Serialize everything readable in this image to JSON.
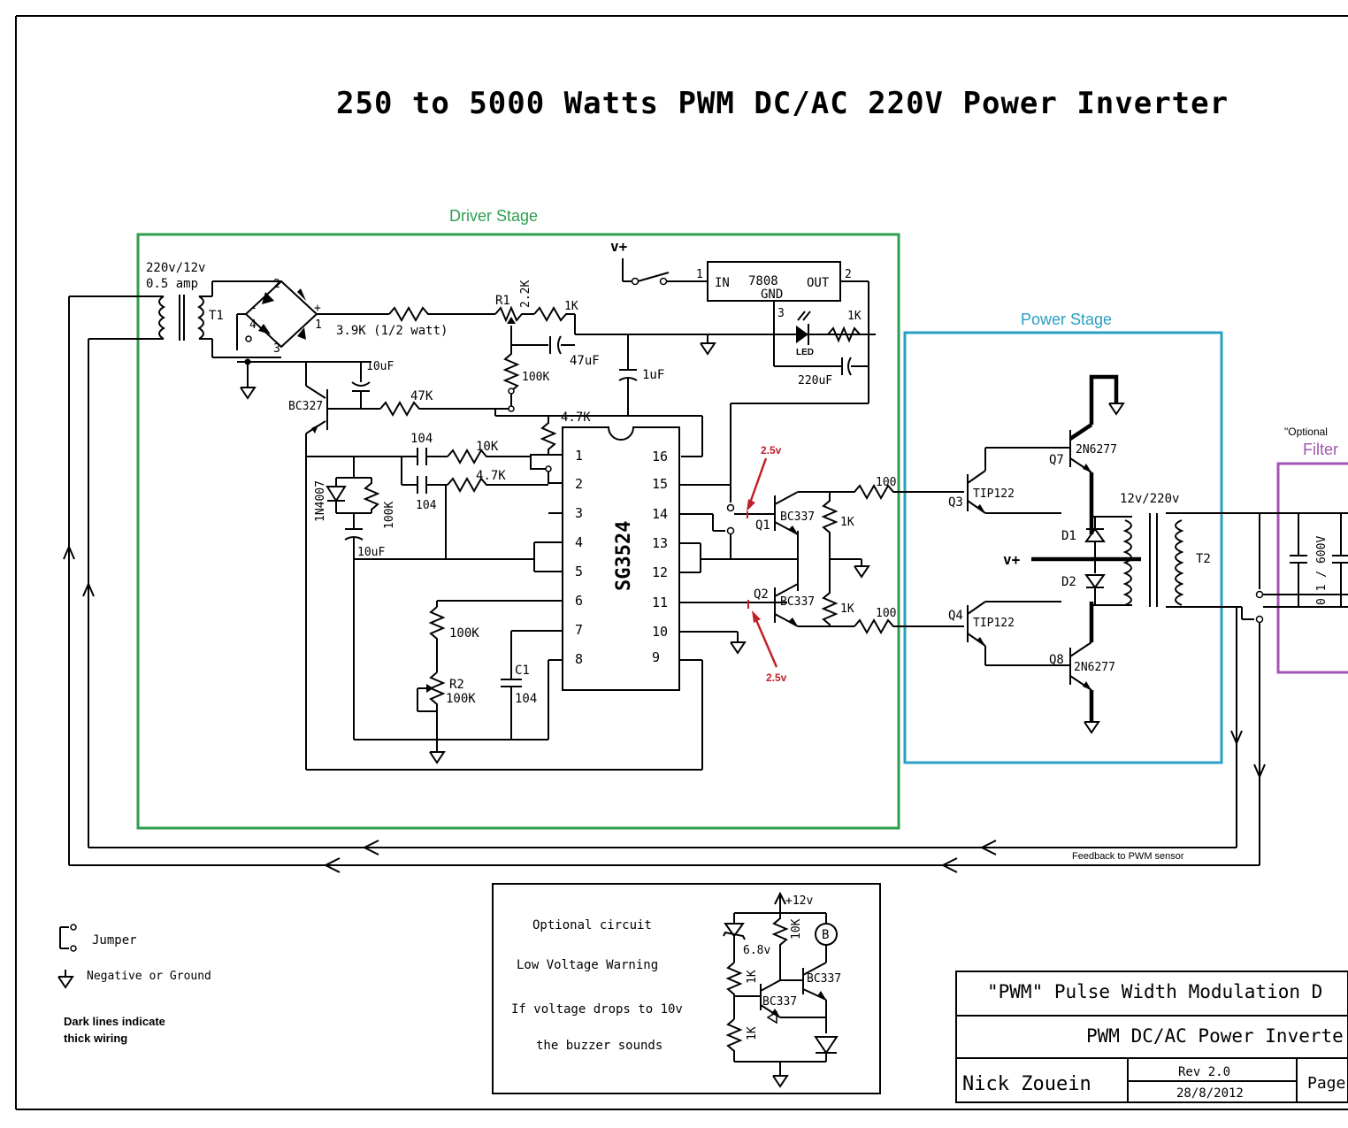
{
  "title": "250 to 5000 Watts PWM DC/AC 220V Power Inverter",
  "colors": {
    "driver_box": "#2e9e4f",
    "power_box": "#2a9fc4",
    "filter_box": "#a055b0",
    "annotation_red": "#c0202a"
  },
  "stages": {
    "driver": "Driver Stage",
    "power": "Power Stage",
    "filter": "Filter",
    "filter_optional": "\"Optional"
  },
  "components": {
    "t1_rating_1": "220v/12v",
    "t1_rating_2": "0.5 amp",
    "t1": "T1",
    "bridge_pin_2": "2",
    "bridge_pin_4": "4",
    "bridge_pin_3": "3",
    "bridge_pin_1": "1",
    "bridge_minus": "-",
    "bridge_plus": "+",
    "r_3k9": "3.9K (1/2 watt)",
    "r1": "R1",
    "r1_val": "2.2K",
    "r_1k_a": "1K",
    "c_47uf": "47uF",
    "c_1uf": "1uF",
    "r_100k_a": "100K",
    "c_10uf_a": "10uF",
    "bc327": "BC327",
    "r_47k": "47K",
    "r_4k7_a": "4.7K",
    "c_104_a": "104",
    "r_10k": "10K",
    "r_4k7_b": "4.7K",
    "c_104_b": "104",
    "d_1n4007": "1N4007",
    "r_100k_b": "100K",
    "c_10uf_b": "10uF",
    "r_100k_c": "100K",
    "r2": "R2",
    "r2_val": "100K",
    "c1": "C1",
    "c1_val": "104",
    "vplus_top": "v+",
    "reg_pin1": "1",
    "reg_in": "IN",
    "reg_name": "7808",
    "reg_out": "OUT",
    "reg_pin2": "2",
    "reg_gnd": "GND",
    "reg_pin3": "3",
    "led": "LED",
    "r_1k_led": "1K",
    "c_220uf": "220uF",
    "ic_name": "SG3524",
    "ic_left_pins": [
      "1",
      "2",
      "3",
      "4",
      "5",
      "6",
      "7",
      "8"
    ],
    "ic_right_pins": [
      "16",
      "15",
      "14",
      "13",
      "12",
      "11",
      "10",
      "9"
    ],
    "q1": "Q1",
    "q1_type": "BC337",
    "q2": "Q2",
    "q2_type": "BC337",
    "r_1k_q1": "1K",
    "r_1k_q2": "1K",
    "r_100_a": "100",
    "r_100_b": "100",
    "annot_top": "2.5v",
    "annot_bottom": "2.5v",
    "q3": "Q3",
    "q3_type": "TIP122",
    "q4": "Q4",
    "q4_type": "TIP122",
    "q7": "Q7",
    "q7_type": "2N6277",
    "q8": "Q8",
    "q8_type": "2N6277",
    "d1": "D1",
    "d2": "D2",
    "vplus_power": "v+",
    "t2_rating": "12v/220v",
    "t2": "T2",
    "filter_cap": "0.1 / 600V"
  },
  "feedback_label": "Feedback to PWM sensor",
  "legend": {
    "jumper": "Jumper",
    "ground": "Negative or Ground",
    "thick_1": "Dark lines indicate",
    "thick_2": "thick wiring"
  },
  "optional": {
    "line1": "Optional circuit",
    "line2": "Low Voltage Warning",
    "line3": "If voltage drops to 10v",
    "line4": "the buzzer sounds",
    "v12": "+12v",
    "zener": "6.8v",
    "r_10k": "10K",
    "r_1k_a": "1K",
    "r_1k_b": "1K",
    "buzzer": "B",
    "tr_a": "BC337",
    "tr_b": "BC337"
  },
  "titleblock": {
    "row1": "\"PWM\"  Pulse Width Modulation D",
    "row2": "PWM DC/AC Power Inverte",
    "author": "Nick Zouein",
    "rev": "Rev 2.0",
    "date": "28/8/2012",
    "page": "Page"
  }
}
